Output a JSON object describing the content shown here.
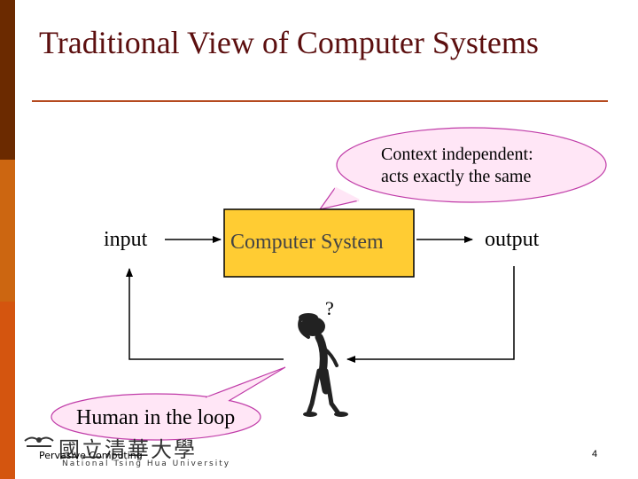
{
  "slide": {
    "title": "Traditional View of Computer Systems",
    "page_number": "4",
    "footer_text": "Pervasive Computing",
    "university_name": "National Tsing Hua University",
    "university_name_zh": "國立清華大學"
  },
  "diagram": {
    "input_label": "input",
    "system_label": "Computer System",
    "output_label": "output",
    "context_bubble": [
      "Context independent:",
      "acts exactly the same"
    ],
    "human_bubble": "Human in the loop",
    "question_mark": "?"
  },
  "colors": {
    "title": "#5c0f0f",
    "rule": "#b54a1f",
    "system_box_fill": "#ffcc33",
    "bubble_fill": "#ffe6f6",
    "bubble_stroke": "#c03ca8",
    "strip_colors": [
      "#6b2a00",
      "#cc6611",
      "#d4550f",
      "#e06a10"
    ]
  },
  "icons": {
    "figure": "thinking-person-icon",
    "logo": "university-logo-icon"
  }
}
